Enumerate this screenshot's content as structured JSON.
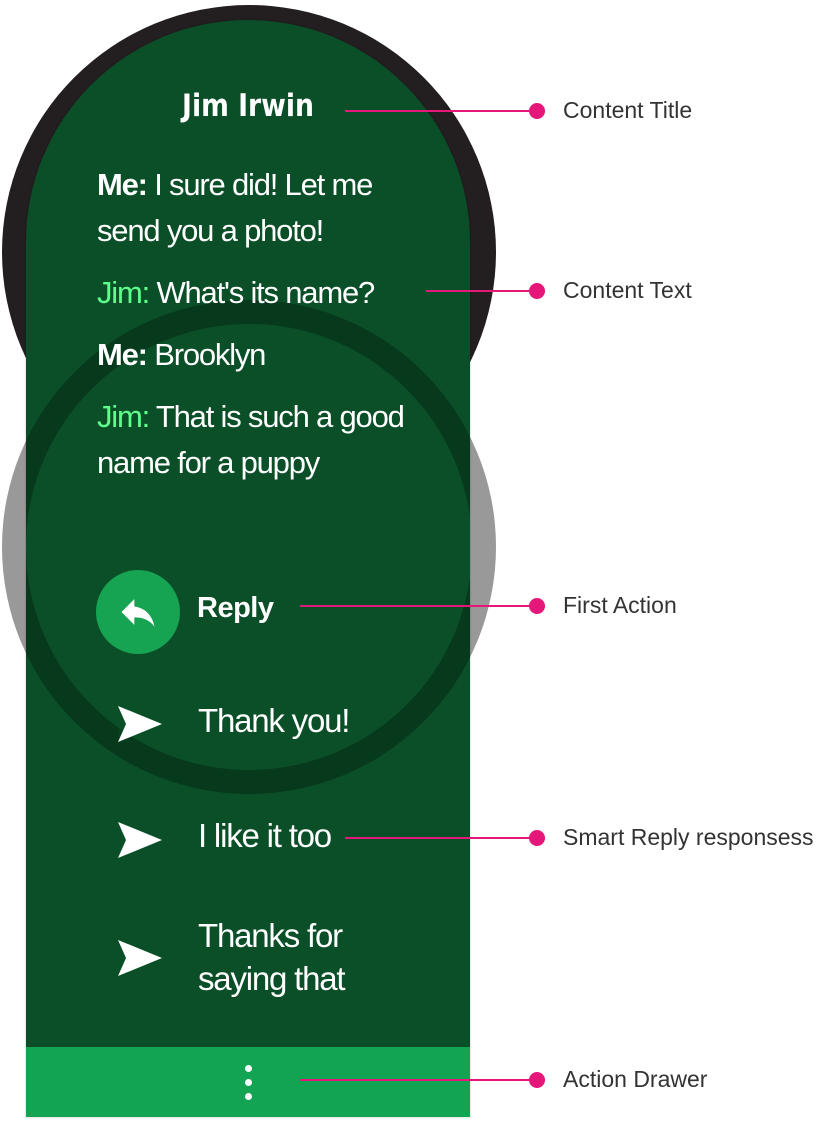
{
  "notification": {
    "title": "Jim Irwin",
    "messages": [
      {
        "sender": "Me:",
        "text": "I sure did! Let me send you a photo!",
        "from": "me"
      },
      {
        "sender": "Jim:",
        "text": "What's its name?",
        "from": "jim"
      },
      {
        "sender": "Me:",
        "text": "Brooklyn",
        "from": "me"
      },
      {
        "sender": "Jim:",
        "text": "That is such a good name for a puppy",
        "from": "jim"
      }
    ],
    "first_action": {
      "label": "Reply",
      "icon": "reply-icon"
    },
    "smart_replies": [
      {
        "text": "Thank you!",
        "icon": "send-icon"
      },
      {
        "text": "I like it too",
        "icon": "send-icon"
      },
      {
        "text": "Thanks for saying that",
        "icon": "send-icon"
      }
    ],
    "action_drawer": {
      "icon": "more-vert-icon"
    }
  },
  "annotations": [
    {
      "label": "Content Title"
    },
    {
      "label": "Content Text"
    },
    {
      "label": "First Action"
    },
    {
      "label": "Smart Reply responsess"
    },
    {
      "label": "Action Drawer"
    }
  ],
  "colors": {
    "card_background": "#0b4f28",
    "accent_green": "#16a352",
    "jim_name": "#5fff8c",
    "callout": "#e6177a",
    "bezel": "#231f20"
  }
}
